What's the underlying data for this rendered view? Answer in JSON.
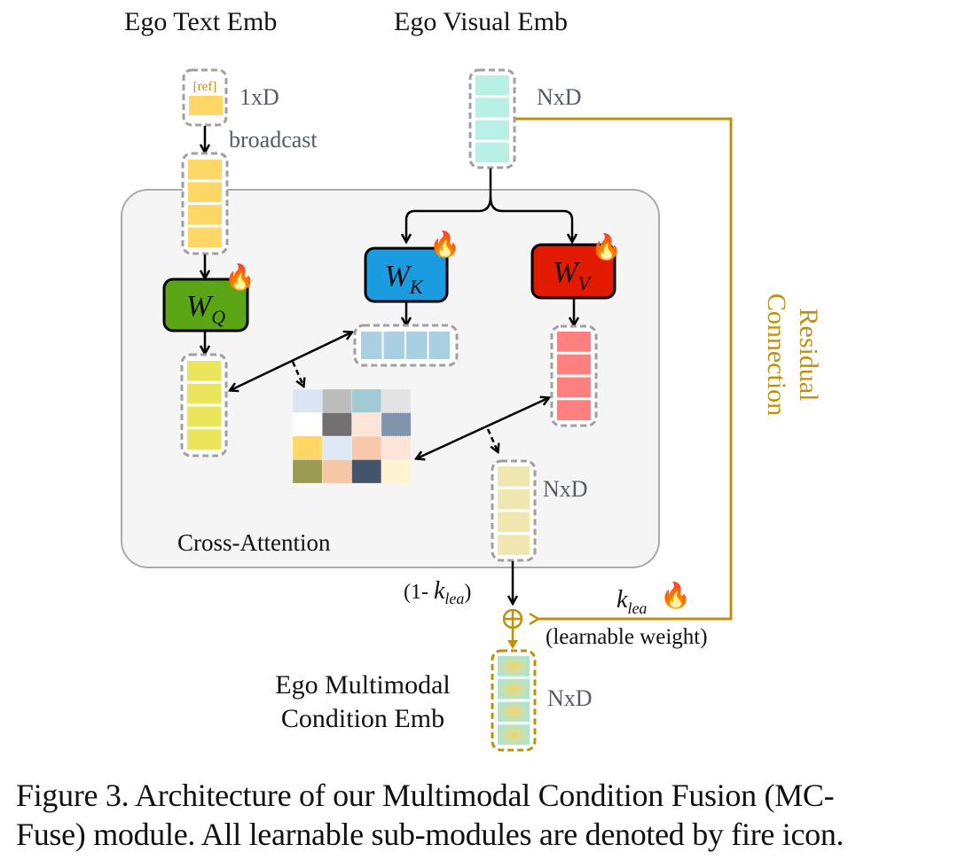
{
  "figure": {
    "labels": {
      "text_emb_title": "Ego Text Emb",
      "visual_emb_title": "Ego Visual Emb",
      "ref_tag": "[ref]",
      "text_dim": "1xD",
      "broadcast": "broadcast",
      "visual_dim": "NxD",
      "value_out_dim": "NxD",
      "output_dim": "NxD",
      "cross_attention": "Cross-Attention",
      "residual_line1": "Residual",
      "residual_line2": "Connection",
      "one_minus_k_prefix": "(1- ",
      "k_symbol": "k",
      "k_subscript": "lea",
      "one_minus_k_suffix": ")",
      "learnable_weight": "(learnable weight)",
      "output_title_line1": "Ego Multimodal",
      "output_title_line2": "Condition Emb",
      "plus_symbol": "⊕",
      "fire_icon": "🔥"
    },
    "modules": [
      {
        "id": "wq",
        "symbol": "W",
        "subscript": "Q",
        "color": "#5aa614",
        "learnable": true
      },
      {
        "id": "wk",
        "symbol": "W",
        "subscript": "K",
        "color": "#1b9be0",
        "learnable": true
      },
      {
        "id": "wv",
        "symbol": "W",
        "subscript": "V",
        "color": "#e21a00",
        "learnable": true
      }
    ],
    "colors": {
      "text_token": "#fed766",
      "visual_token": "#b8f0e6",
      "query_token": "#ebe55c",
      "key_token": "#a8d0e2",
      "value_token": "#fe7f7f",
      "attn_out_token": "#f0e6b0",
      "residual": "#c0900c",
      "panel_fill": "#f5f5f5",
      "panel_stroke": "#aaaaaa",
      "dashed_border": "#a0a0a0"
    },
    "attention_map": [
      [
        "#dbe5f4",
        "#bcbcbc",
        "#a1cbd4",
        "#e3e3e3"
      ],
      [
        "#ffffff",
        "#737070",
        "#fbe4d8",
        "#8094ae"
      ],
      [
        "#fed766",
        "#dfe9f5",
        "#f7c9aa",
        "#fbe4d8"
      ],
      [
        "#9a9b52",
        "#f5c7a7",
        "#44546c",
        "#fff3d2"
      ]
    ]
  },
  "caption": {
    "line1": "Figure 3. Architecture of our Multimodal Condition Fusion (MC-",
    "line2": "Fuse) module. All learnable sub-modules are denoted by fire icon."
  }
}
